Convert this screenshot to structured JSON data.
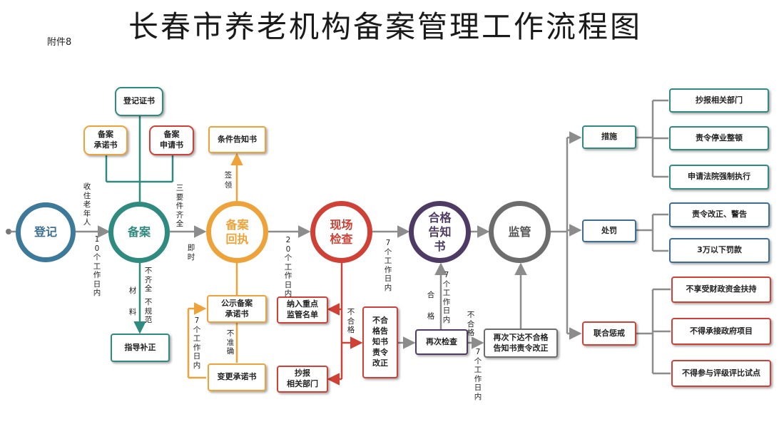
{
  "title": "长春市养老机构备案管理工作流程图",
  "attachment": "附件8",
  "nodes": {
    "register": "登记",
    "filing": "备案",
    "receipt": "备案\n回执",
    "inspection": "现场\n检查",
    "notice": "合格\n告知\n书",
    "supervise": "监管"
  },
  "boxes": {
    "cert": "登记证书",
    "commit": "备案\n承诺书",
    "apply": "备案\n申请书",
    "condition": "条件告知书",
    "guide": "指导补正",
    "publicize": "公示备案\n承诺书",
    "change": "变更承诺书",
    "keylist": "纳入重点\n监管名单",
    "report": "抄报\n相关部门",
    "rectify": "不合\n格告\n知书\n责令\n改正",
    "recheck": "再次检查",
    "reissue": "再次下达不合格\n告知书责令改正",
    "measures": "措施",
    "punish": "处罚",
    "joint": "联合惩戒",
    "m1": "抄报相关部门",
    "m2": "责令停业整顿",
    "m3": "申请法院强制执行",
    "p1": "责令改正、警告",
    "p2": "3万以下罚款",
    "j1": "不享受财政资金扶持",
    "j2": "不得承接政府项目",
    "j3": "不得参与评级评比试点"
  },
  "labels": {
    "receive": "收住老年人",
    "days10": "10个工作日内",
    "three": "三要件齐全",
    "immediate": "即时",
    "incomplete1": "不齐全",
    "incomplete2": "不规范",
    "material": "材料",
    "sign": "签领",
    "days20": "20个工作日内",
    "days7a": "7个工作日内",
    "unqualified1": "不合格",
    "qualified": "合格",
    "days7b": "7个工作日内",
    "unqualified2": "不合格",
    "days7c": "7个工作日内",
    "incorrect": "不准确",
    "days7d": "7个工作日内"
  }
}
